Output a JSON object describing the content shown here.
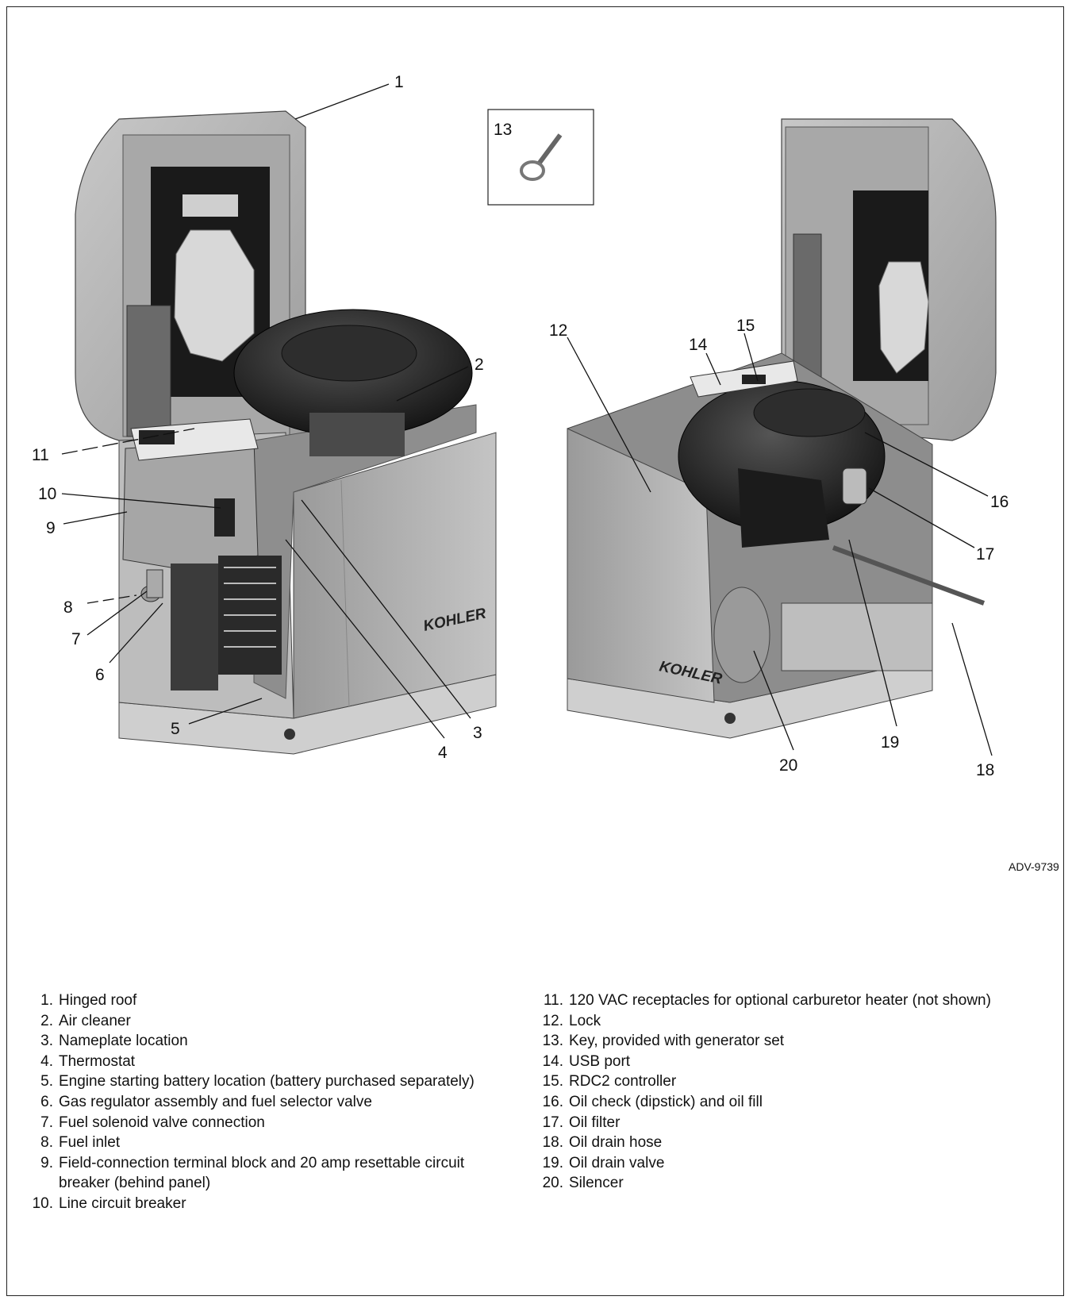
{
  "brand_mark": "KOHLER",
  "drawing_id": "ADV-9739",
  "callouts": [
    "1",
    "2",
    "3",
    "4",
    "5",
    "6",
    "7",
    "8",
    "9",
    "10",
    "11",
    "12",
    "13",
    "14",
    "15",
    "16",
    "17",
    "18",
    "19",
    "20"
  ],
  "legend_left": [
    {
      "num": "1.",
      "text": "Hinged roof"
    },
    {
      "num": "2.",
      "text": "Air cleaner"
    },
    {
      "num": "3.",
      "text": "Nameplate location"
    },
    {
      "num": "4.",
      "text": "Thermostat"
    },
    {
      "num": "5.",
      "text": "Engine starting battery location (battery purchased separately)"
    },
    {
      "num": "6.",
      "text": "Gas regulator assembly and fuel selector valve"
    },
    {
      "num": "7.",
      "text": "Fuel solenoid valve connection"
    },
    {
      "num": "8.",
      "text": "Fuel inlet"
    },
    {
      "num": "9.",
      "text": "Field-connection terminal block and 20 amp resettable circuit",
      "cont": "breaker (behind panel)"
    },
    {
      "num": "10.",
      "text": "Line circuit breaker"
    }
  ],
  "legend_right": [
    {
      "num": "11.",
      "text": "120 VAC receptacles for optional carburetor heater (not shown)"
    },
    {
      "num": "12.",
      "text": "Lock"
    },
    {
      "num": "13.",
      "text": "Key, provided with generator set"
    },
    {
      "num": "14.",
      "text": "USB port"
    },
    {
      "num": "15.",
      "text": "RDC2 controller"
    },
    {
      "num": "16.",
      "text": "Oil check (dipstick) and oil fill"
    },
    {
      "num": "17.",
      "text": "Oil filter"
    },
    {
      "num": "18.",
      "text": "Oil drain hose"
    },
    {
      "num": "19.",
      "text": "Oil drain valve"
    },
    {
      "num": "20.",
      "text": "Silencer"
    }
  ]
}
